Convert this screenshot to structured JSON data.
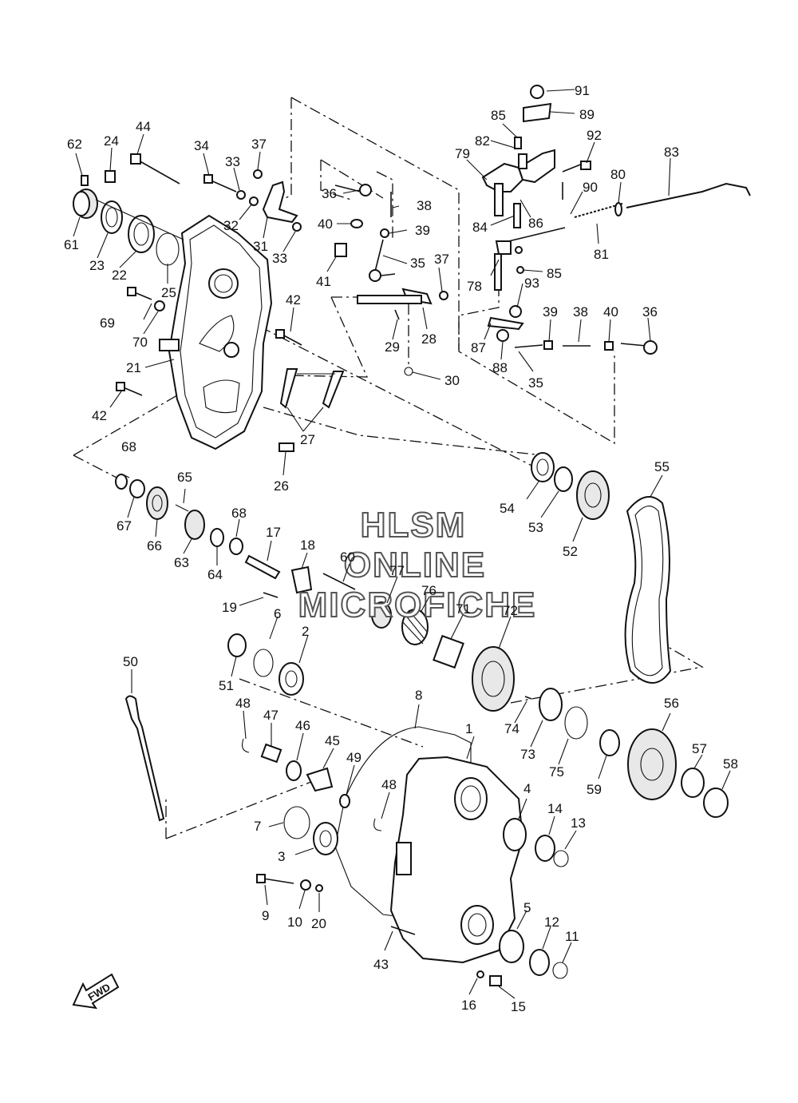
{
  "watermark": {
    "line1": "HLSM",
    "line2": "ONLINE",
    "line3": "MICROFICHE"
  },
  "fwd_label": "FWD",
  "callouts": [
    {
      "id": "c1",
      "text": "1"
    },
    {
      "id": "c2",
      "text": "2"
    },
    {
      "id": "c3",
      "text": "3"
    },
    {
      "id": "c4",
      "text": "4"
    },
    {
      "id": "c5",
      "text": "5"
    },
    {
      "id": "c6",
      "text": "6"
    },
    {
      "id": "c7",
      "text": "7"
    },
    {
      "id": "c8",
      "text": "8"
    },
    {
      "id": "c9",
      "text": "9"
    },
    {
      "id": "c10",
      "text": "10"
    },
    {
      "id": "c11",
      "text": "11"
    },
    {
      "id": "c12",
      "text": "12"
    },
    {
      "id": "c13",
      "text": "13"
    },
    {
      "id": "c14",
      "text": "14"
    },
    {
      "id": "c15",
      "text": "15"
    },
    {
      "id": "c16",
      "text": "16"
    },
    {
      "id": "c17",
      "text": "17"
    },
    {
      "id": "c18",
      "text": "18"
    },
    {
      "id": "c19",
      "text": "19"
    },
    {
      "id": "c20",
      "text": "20"
    },
    {
      "id": "c21",
      "text": "21"
    },
    {
      "id": "c22",
      "text": "22"
    },
    {
      "id": "c23",
      "text": "23"
    },
    {
      "id": "c24",
      "text": "24"
    },
    {
      "id": "c25",
      "text": "25"
    },
    {
      "id": "c26",
      "text": "26"
    },
    {
      "id": "c27",
      "text": "27"
    },
    {
      "id": "c28",
      "text": "28"
    },
    {
      "id": "c29",
      "text": "29"
    },
    {
      "id": "c30",
      "text": "30"
    },
    {
      "id": "c31",
      "text": "31"
    },
    {
      "id": "c32",
      "text": "32"
    },
    {
      "id": "c33a",
      "text": "33"
    },
    {
      "id": "c33b",
      "text": "33"
    },
    {
      "id": "c34",
      "text": "34"
    },
    {
      "id": "c35a",
      "text": "35"
    },
    {
      "id": "c35b",
      "text": "35"
    },
    {
      "id": "c36a",
      "text": "36"
    },
    {
      "id": "c36b",
      "text": "36"
    },
    {
      "id": "c37a",
      "text": "37"
    },
    {
      "id": "c37b",
      "text": "37"
    },
    {
      "id": "c38a",
      "text": "38"
    },
    {
      "id": "c38b",
      "text": "38"
    },
    {
      "id": "c39a",
      "text": "39"
    },
    {
      "id": "c39b",
      "text": "39"
    },
    {
      "id": "c40a",
      "text": "40"
    },
    {
      "id": "c40b",
      "text": "40"
    },
    {
      "id": "c41",
      "text": "41"
    },
    {
      "id": "c42a",
      "text": "42"
    },
    {
      "id": "c42b",
      "text": "42"
    },
    {
      "id": "c43",
      "text": "43"
    },
    {
      "id": "c44",
      "text": "44"
    },
    {
      "id": "c45",
      "text": "45"
    },
    {
      "id": "c46",
      "text": "46"
    },
    {
      "id": "c47",
      "text": "47"
    },
    {
      "id": "c48a",
      "text": "48"
    },
    {
      "id": "c48b",
      "text": "48"
    },
    {
      "id": "c49",
      "text": "49"
    },
    {
      "id": "c50",
      "text": "50"
    },
    {
      "id": "c51",
      "text": "51"
    },
    {
      "id": "c52",
      "text": "52"
    },
    {
      "id": "c53",
      "text": "53"
    },
    {
      "id": "c54",
      "text": "54"
    },
    {
      "id": "c55",
      "text": "55"
    },
    {
      "id": "c56",
      "text": "56"
    },
    {
      "id": "c57",
      "text": "57"
    },
    {
      "id": "c58",
      "text": "58"
    },
    {
      "id": "c59",
      "text": "59"
    },
    {
      "id": "c60",
      "text": "60"
    },
    {
      "id": "c61",
      "text": "61"
    },
    {
      "id": "c62",
      "text": "62"
    },
    {
      "id": "c63",
      "text": "63"
    },
    {
      "id": "c64",
      "text": "64"
    },
    {
      "id": "c65",
      "text": "65"
    },
    {
      "id": "c66",
      "text": "66"
    },
    {
      "id": "c67",
      "text": "67"
    },
    {
      "id": "c68a",
      "text": "68"
    },
    {
      "id": "c68b",
      "text": "68"
    },
    {
      "id": "c69",
      "text": "69"
    },
    {
      "id": "c70",
      "text": "70"
    },
    {
      "id": "c71",
      "text": "71"
    },
    {
      "id": "c72",
      "text": "72"
    },
    {
      "id": "c73",
      "text": "73"
    },
    {
      "id": "c74",
      "text": "74"
    },
    {
      "id": "c75",
      "text": "75"
    },
    {
      "id": "c76",
      "text": "76"
    },
    {
      "id": "c77",
      "text": "77"
    },
    {
      "id": "c78",
      "text": "78"
    },
    {
      "id": "c79",
      "text": "79"
    },
    {
      "id": "c80",
      "text": "80"
    },
    {
      "id": "c81",
      "text": "81"
    },
    {
      "id": "c82",
      "text": "82"
    },
    {
      "id": "c83",
      "text": "83"
    },
    {
      "id": "c84",
      "text": "84"
    },
    {
      "id": "c85a",
      "text": "85"
    },
    {
      "id": "c85b",
      "text": "85"
    },
    {
      "id": "c86",
      "text": "86"
    },
    {
      "id": "c87",
      "text": "87"
    },
    {
      "id": "c88",
      "text": "88"
    },
    {
      "id": "c89",
      "text": "89"
    },
    {
      "id": "c90",
      "text": "90"
    },
    {
      "id": "c91",
      "text": "91"
    },
    {
      "id": "c92",
      "text": "92"
    },
    {
      "id": "c93",
      "text": "93"
    }
  ]
}
